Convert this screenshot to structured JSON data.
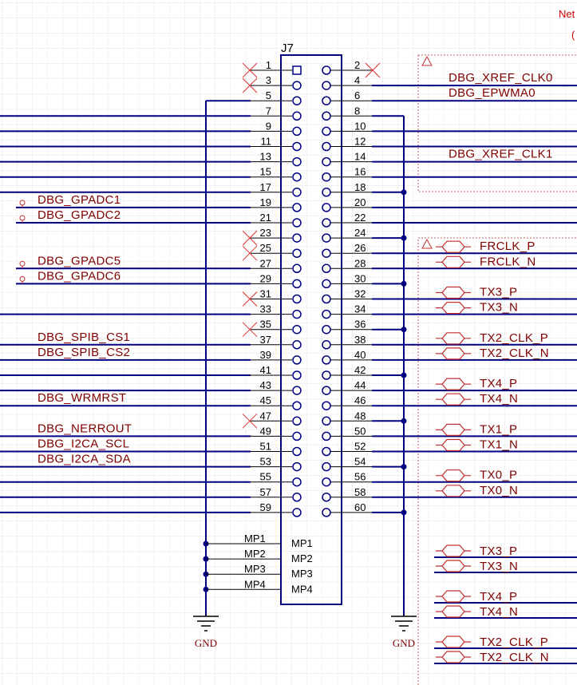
{
  "corner_text": [
    "Net",
    "("
  ],
  "component": {
    "ref": "J7",
    "odd_pins": [
      "1",
      "3",
      "5",
      "7",
      "9",
      "11",
      "13",
      "15",
      "17",
      "19",
      "21",
      "23",
      "25",
      "27",
      "29",
      "31",
      "33",
      "35",
      "37",
      "39",
      "41",
      "43",
      "45",
      "47",
      "49",
      "51",
      "53",
      "55",
      "57",
      "59"
    ],
    "even_pins": [
      "2",
      "4",
      "6",
      "8",
      "10",
      "12",
      "14",
      "16",
      "18",
      "20",
      "22",
      "24",
      "26",
      "28",
      "30",
      "32",
      "34",
      "36",
      "38",
      "40",
      "42",
      "44",
      "46",
      "48",
      "50",
      "52",
      "54",
      "56",
      "58",
      "60"
    ],
    "mp_pins": [
      "MP1",
      "MP2",
      "MP3",
      "MP4"
    ],
    "mp_labels": [
      "MP1",
      "MP2",
      "MP3",
      "MP4"
    ]
  },
  "left_nets": [
    {
      "name": "DBG_GPADC1",
      "pin": "19",
      "marker": "probe"
    },
    {
      "name": "DBG_GPADC2",
      "pin": "21",
      "marker": "probe"
    },
    {
      "name": "DBG_GPADC5",
      "pin": "27",
      "marker": "probe"
    },
    {
      "name": "DBG_GPADC6",
      "pin": "29",
      "marker": "probe"
    },
    {
      "name": "DBG_SPIB_CS1",
      "pin": "37",
      "marker": "none"
    },
    {
      "name": "DBG_SPIB_CS2",
      "pin": "39",
      "marker": "none"
    },
    {
      "name": "DBG_WRMRST",
      "pin": "45",
      "marker": "none"
    },
    {
      "name": "DBG_NERROUT",
      "pin": "49",
      "marker": "none"
    },
    {
      "name": "DBG_I2CA_SCL",
      "pin": "51",
      "marker": "none"
    },
    {
      "name": "DBG_I2CA_SDA",
      "pin": "53",
      "marker": "none"
    }
  ],
  "right_nets": [
    {
      "name": "DBG_XREF_CLK0",
      "pin": "4"
    },
    {
      "name": "DBG_EPWMA0",
      "pin": "6"
    },
    {
      "name": "DBG_XREF_CLK1",
      "pin": "14"
    }
  ],
  "diff_pairs": [
    {
      "name": "FRCLK_P",
      "pin": "26"
    },
    {
      "name": "FRCLK_N",
      "pin": "28"
    },
    {
      "name": "TX3_P",
      "pin": "32"
    },
    {
      "name": "TX3_N",
      "pin": "34"
    },
    {
      "name": "TX2_CLK_P",
      "pin": "38"
    },
    {
      "name": "TX2_CLK_N",
      "pin": "40"
    },
    {
      "name": "TX4_P",
      "pin": "44"
    },
    {
      "name": "TX4_N",
      "pin": "46"
    },
    {
      "name": "TX1_P",
      "pin": "50"
    },
    {
      "name": "TX1_N",
      "pin": "52"
    },
    {
      "name": "TX0_P",
      "pin": "56"
    },
    {
      "name": "TX0_N",
      "pin": "58"
    }
  ],
  "lower_diff_pairs": [
    "TX3_P",
    "TX3_N",
    "TX4_P",
    "TX4_N",
    "TX2_CLK_P",
    "TX2_CLK_N"
  ],
  "no_connect_pins": [
    "1",
    "2",
    "3",
    "23",
    "25",
    "31",
    "35",
    "47"
  ],
  "gnd_labels": [
    "GND",
    "GND"
  ]
}
